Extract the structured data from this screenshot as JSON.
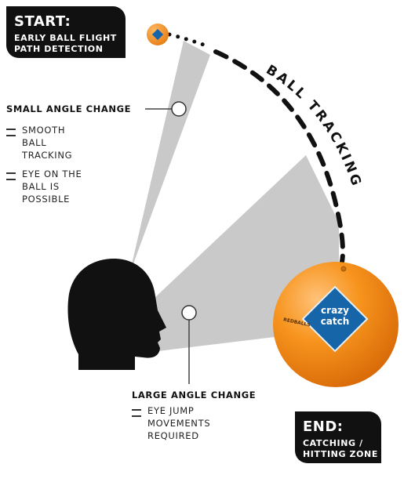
{
  "start": {
    "title": "START:",
    "subtitle_line1": "EARLY BALL FLIGHT",
    "subtitle_line2": "PATH DETECTION"
  },
  "end": {
    "title": "END:",
    "subtitle_line1": "CATCHING /",
    "subtitle_line2": "HITTING ZONE"
  },
  "ball_tracking_label": "BALL TRACKING",
  "small_angle": {
    "label": "SMALL ANGLE CHANGE",
    "points": [
      {
        "lines": [
          "SMOOTH",
          "BALL",
          "TRACKING"
        ]
      },
      {
        "lines": [
          "EYE ON THE",
          "BALL IS",
          "POSSIBLE"
        ]
      }
    ]
  },
  "large_angle": {
    "label": "LARGE ANGLE CHANGE",
    "points": [
      {
        "lines": [
          "EYE JUMP",
          "MOVEMENTS",
          "REQUIRED"
        ]
      }
    ]
  },
  "ball_logo": {
    "line1": "crazy",
    "line2": "catch",
    "side_text": "REDBALLS"
  },
  "colors": {
    "ball": "#f7941d",
    "logo": "#1565a8",
    "wedge": "#c9c9c9",
    "ink": "#111111"
  }
}
